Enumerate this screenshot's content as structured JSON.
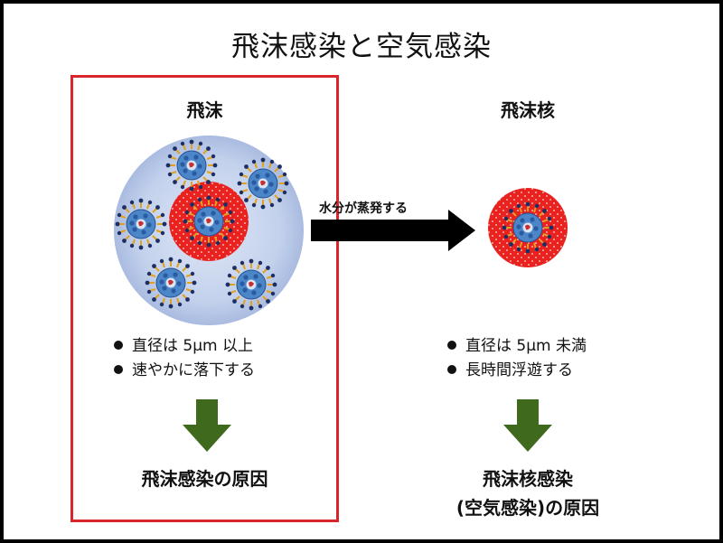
{
  "title": "飛沫感染と空気感染",
  "left": {
    "heading": "飛沫",
    "bullets": [
      "直径は 5μm 以上",
      "速やかに落下する"
    ],
    "conclusion": "飛沫感染の原因"
  },
  "right": {
    "heading": "飛沫核",
    "bullets": [
      "直径は 5μm 未満",
      "長時間浮遊する"
    ],
    "conclusion_line1": "飛沫核感染",
    "conclusion_line2": "(空気感染)の原因"
  },
  "arrow_label": "水分が蒸発する",
  "colors": {
    "frame": "#d8262c",
    "droplet_halo": "#b8c8e8",
    "nucleus": "#e8231f",
    "down_arrow": "#3f6a1d",
    "virus_core": "#3b7fc4",
    "virus_spike": "#e0a020"
  }
}
